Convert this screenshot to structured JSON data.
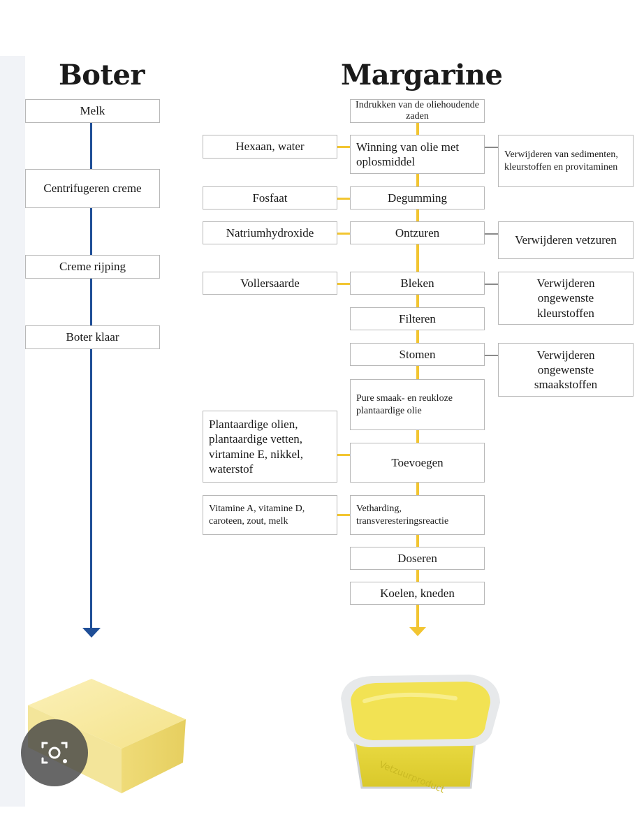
{
  "butter": {
    "title": "Boter",
    "steps": [
      "Melk",
      "Centrifugeren creme",
      "Creme rijping",
      "Boter klaar"
    ]
  },
  "margarine": {
    "title": "Margarine",
    "steps": [
      "Indrukken van de oliehoudende zaden",
      "Winning van olie met oplosmiddel",
      "Degumming",
      "Ontzuren",
      "Bleken",
      "Filteren",
      "Stomen",
      "Pure smaak- en reukloze plantaardige olie",
      "Toevoegen",
      "Vetharding, transveresteringsreactie",
      "Doseren",
      "Koelen, kneden"
    ],
    "inputs": [
      "Hexaan, water",
      "Fosfaat",
      "Natriumhydroxide",
      "Vollersaarde",
      "Plantaardige olien, plantaardige vetten, virtamine E, nikkel, waterstof",
      "Vitamine A, vitamine D, caroteen, zout, melk"
    ],
    "outputs": [
      "Verwijderen van sedimenten, kleurstoffen en provitaminen",
      "Verwijderen vetzuren",
      "Verwijderen ongewenste kleurstoffen",
      "Verwijderen ongewenste smaakstoffen"
    ],
    "tub_label": "Vetzuurproduct"
  },
  "colors": {
    "butter_line": "#1f4e97",
    "margarine_line": "#f2c531",
    "butter_fill": "#f6e79a",
    "tub_fill": "#e9d931"
  },
  "icons": [
    "lens-search-icon"
  ]
}
